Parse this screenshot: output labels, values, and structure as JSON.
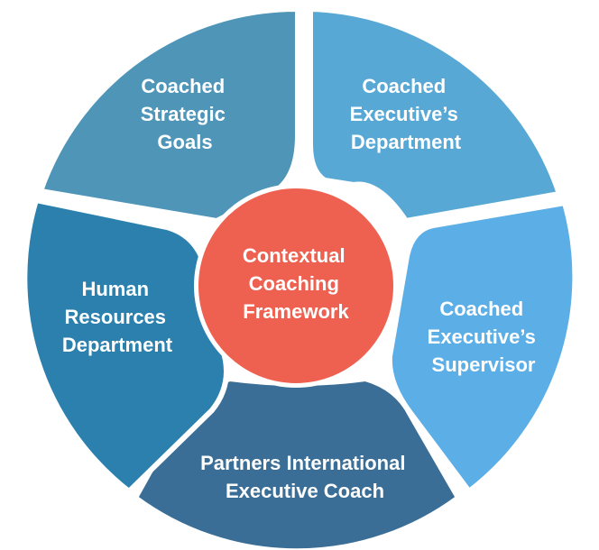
{
  "diagram": {
    "center": {
      "lines": [
        "Contextual",
        "Coaching",
        "Framework"
      ],
      "color": "#EE6150"
    },
    "segments": [
      {
        "id": "goals",
        "lines": [
          "Coached",
          "Strategic",
          "Goals"
        ],
        "color": "#4E95B8"
      },
      {
        "id": "department",
        "lines": [
          "Coached",
          "Executive’s",
          "Department"
        ],
        "color": "#58A8D6"
      },
      {
        "id": "supervisor",
        "lines": [
          "Coached",
          "Executive’s",
          "Supervisor"
        ],
        "color": "#5BAEE6"
      },
      {
        "id": "coach",
        "lines": [
          "Partners International",
          "Executive Coach"
        ],
        "color": "#3A6E96"
      },
      {
        "id": "hr",
        "lines": [
          "Human",
          "Resources",
          "Department"
        ],
        "color": "#2B80AE"
      }
    ],
    "gap_color": "#ffffff"
  }
}
